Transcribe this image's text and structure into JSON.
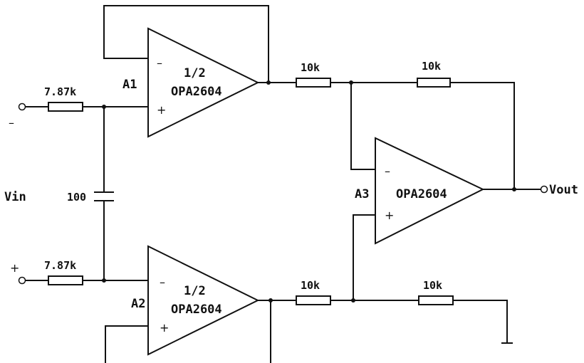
{
  "amplifiers": {
    "a1": {
      "designator": "A1",
      "fraction": "1/2",
      "part": "OPA2604",
      "minus": "–",
      "plus": "+"
    },
    "a2": {
      "designator": "A2",
      "fraction": "1/2",
      "part": "OPA2604",
      "minus": "–",
      "plus": "+"
    },
    "a3": {
      "designator": "A3",
      "part": "OPA2604",
      "minus": "–",
      "plus": "+"
    }
  },
  "resistors": {
    "r_in_top": "7.87k",
    "r_in_bottom": "7.87k",
    "r_top_1": "10k",
    "r_top_2": "10k",
    "r_bottom_1": "10k",
    "r_bottom_2": "10k"
  },
  "capacitor": {
    "value": "100"
  },
  "terminals": {
    "vin": "Vin",
    "vin_minus": "–",
    "vin_plus": "+",
    "vout": "Vout"
  }
}
